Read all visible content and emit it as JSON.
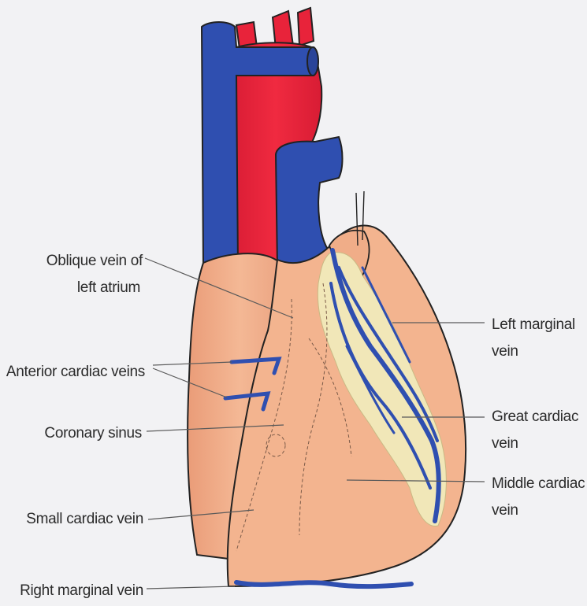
{
  "labels": {
    "oblique_vein_line1": "Oblique vein of",
    "oblique_vein_line2": "left atrium",
    "anterior_cardiac_veins": "Anterior cardiac veins",
    "coronary_sinus": "Coronary sinus",
    "small_cardiac_vein": "Small cardiac vein",
    "right_marginal_vein": "Right marginal vein",
    "left_marginal_line1": "Left marginal",
    "left_marginal_line2": "vein",
    "great_cardiac_line1": "Great cardiac",
    "great_cardiac_line2": "vein",
    "middle_cardiac_line1": "Middle cardiac",
    "middle_cardiac_line2": "vein"
  },
  "colors": {
    "vein_blue": "#2f4fb0",
    "artery_red": "#e8233a",
    "myocardium": "#f3b48f",
    "fat": "#f1e7b8",
    "background": "#f2f2f4"
  }
}
